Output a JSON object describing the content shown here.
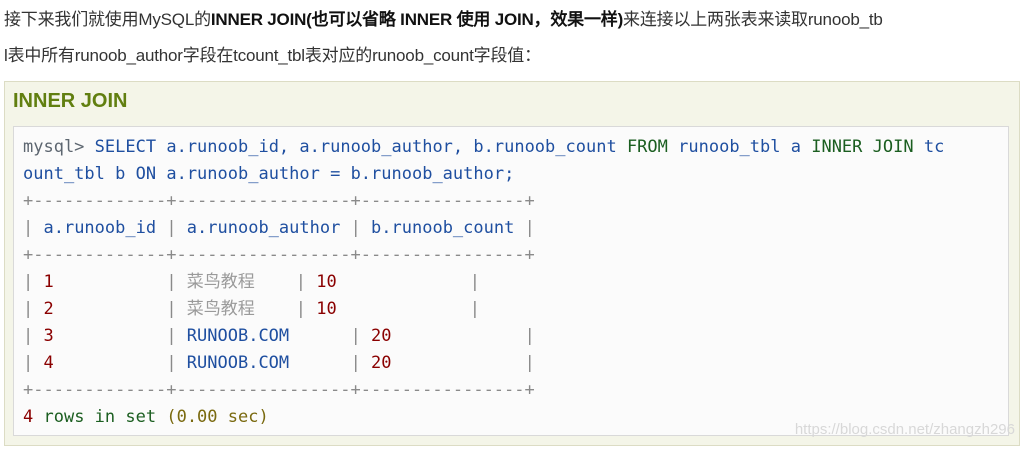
{
  "intro": {
    "line1_pre": "接下来我们就使用MySQL的",
    "line1_bold": "INNER JOIN(也可以省略 INNER 使用 JOIN，效果一样)",
    "line1_post": "来连接以上两张表来读取runoob_tb",
    "line2": "l表中所有runoob_author字段在tcount_tbl表对应的runoob_count字段值："
  },
  "example": {
    "title": "INNER JOIN",
    "query": {
      "prompt": "mysql>",
      "select": "SELECT",
      "cols": "a.runoob_id, a.runoob_author, b.runoob_count",
      "from": "FROM",
      "table1": "runoob_tbl a",
      "join": "INNER JOIN",
      "table2_part1": "tc",
      "table2_part2": "ount_tbl b",
      "on": "ON",
      "condition": "a.runoob_author = b.runoob_author;"
    },
    "separator": "+-------------+-----------------+----------------+",
    "headers": [
      "a.runoob_id",
      "a.runoob_author",
      "b.runoob_count"
    ],
    "rows": [
      {
        "id": "1",
        "author": "菜鸟教程",
        "count": "10"
      },
      {
        "id": "2",
        "author": "菜鸟教程",
        "count": "10"
      },
      {
        "id": "3",
        "author": "RUNOOB.COM",
        "count": "20"
      },
      {
        "id": "4",
        "author": "RUNOOB.COM",
        "count": "20"
      }
    ],
    "footer": {
      "count": "4",
      "text1": "rows in set",
      "time": "(0.00 sec)"
    }
  },
  "watermark": "https://blog.csdn.net/zhangzh296"
}
